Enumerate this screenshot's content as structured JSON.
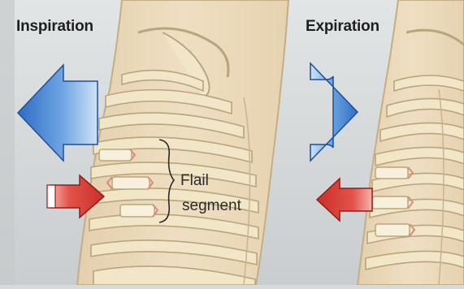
{
  "panels": [
    {
      "title": "Inspiration",
      "airflow": "outward",
      "chest_wall_arrow": "inward"
    },
    {
      "title": "Expiration",
      "airflow": "inward",
      "chest_wall_arrow": "outward"
    }
  ],
  "annotation": {
    "line1": "Flail",
    "line2": "segment"
  },
  "colors": {
    "background": "#d6dadb",
    "skin": "#ead9bc",
    "bone": "#f1e7c8",
    "bone_outline": "#b9a57c",
    "blue_arrow": "#3f7fd0",
    "red_arrow": "#e0443a",
    "fracture": "#d88d7f"
  },
  "icons": [
    "blue-arrow-icon",
    "red-arrow-icon",
    "brace-icon"
  ]
}
